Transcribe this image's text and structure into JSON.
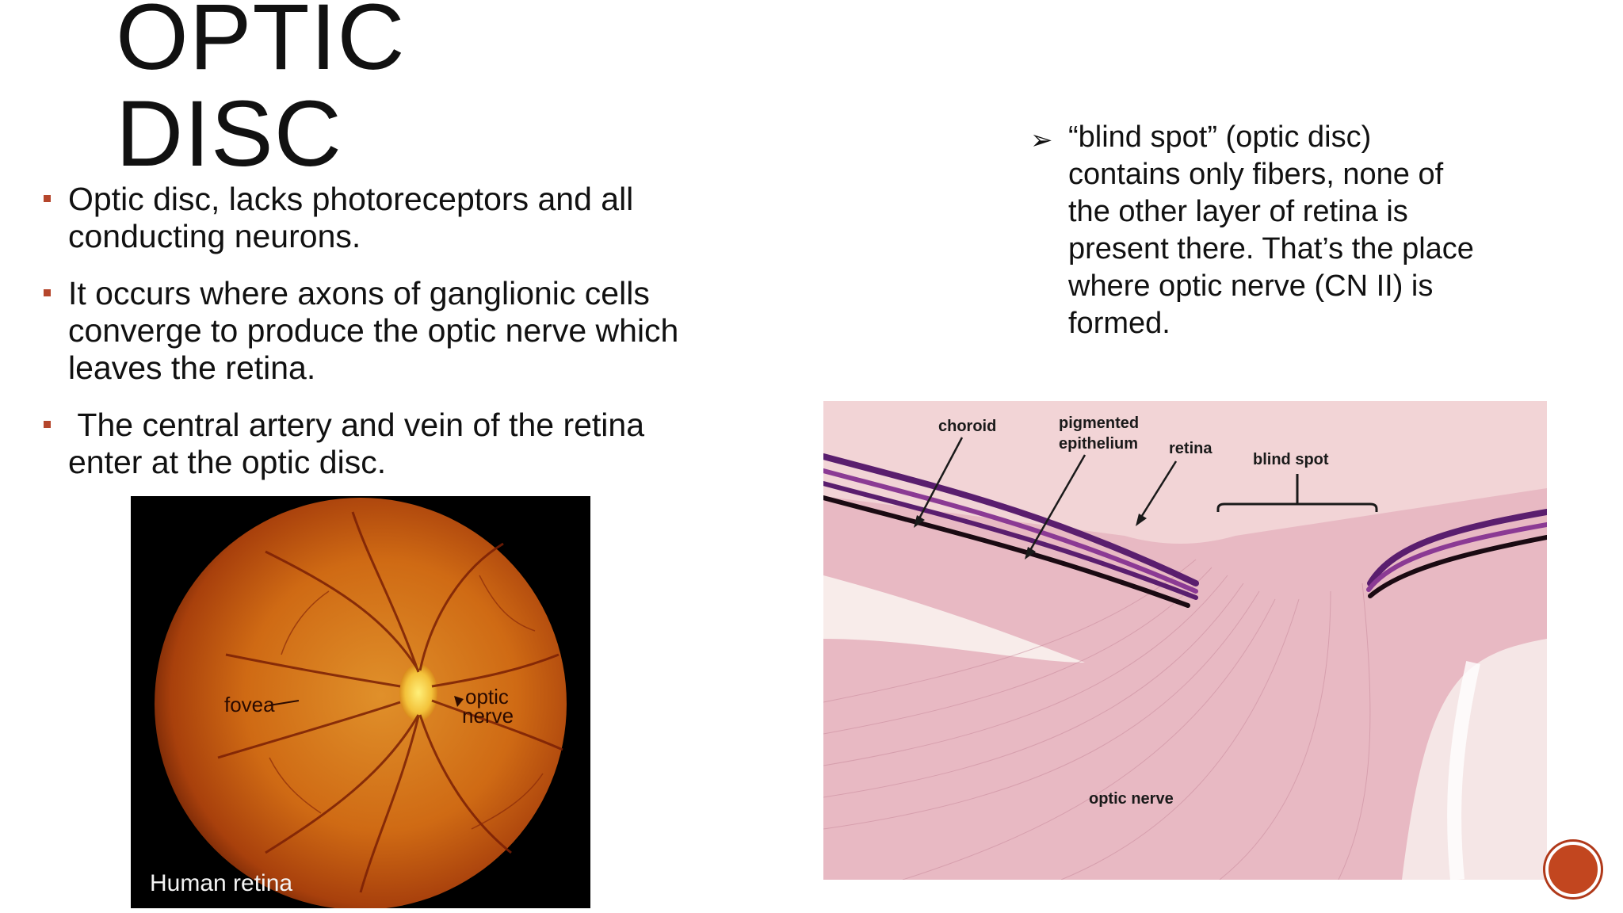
{
  "slide": {
    "title": "OPTIC\nDISC",
    "bullets": [
      "Optic disc, lacks photoreceptors and all conducting neurons.",
      "It occurs where axons of ganglionic cells converge to produce the optic nerve which leaves the retina.",
      " The central artery and vein of the retina enter at the optic disc."
    ],
    "side_note": {
      "arrow_icon": "arrow-bullet-icon",
      "text": "“blind spot” (optic disc) contains only fibers, none of the other layer of retina is present there. That’s the place where optic nerve (CN II) is formed."
    },
    "fundus_image": {
      "fovea_label": "fovea",
      "optic_label": "optic",
      "nerve_label": "nerve",
      "caption": "Human retina"
    },
    "histology_image": {
      "choroid_label": "choroid",
      "pigmented_label": "pigmented",
      "epithelium_label": "epithelium",
      "retina_label": "retina",
      "blind_spot_label": "blind spot",
      "optic_nerve_label": "optic nerve"
    },
    "colors": {
      "bullet_marker": "#b5462c",
      "nav_button": "#c2461f"
    }
  }
}
